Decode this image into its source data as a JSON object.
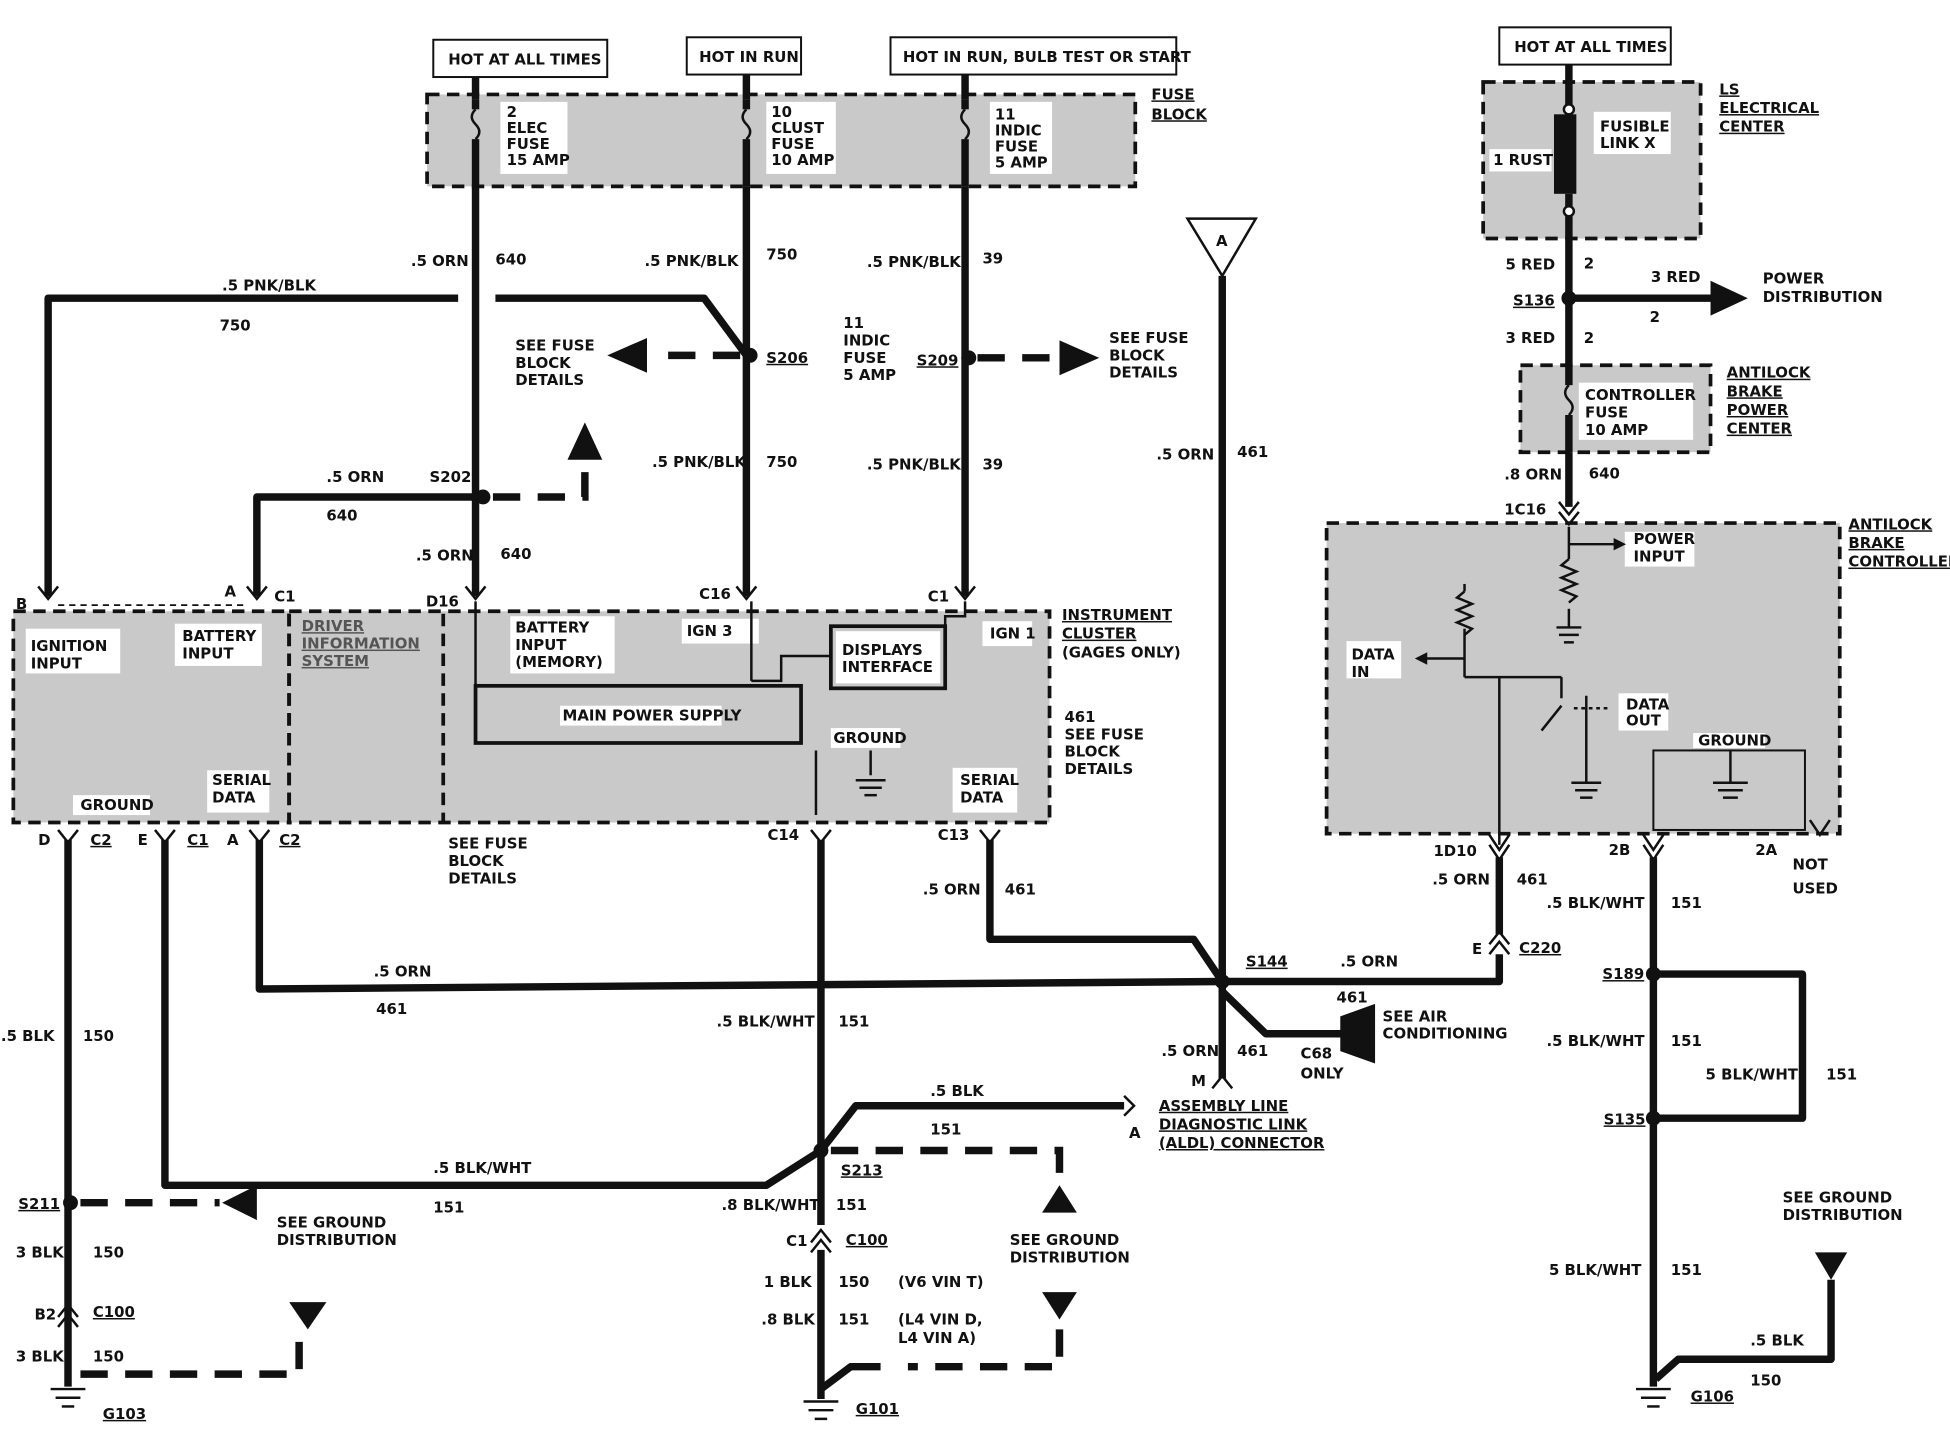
{
  "supply": {
    "hot_all_times_1": "HOT AT ALL TIMES",
    "hot_in_run": "HOT IN RUN",
    "hot_run_bulb": "HOT IN RUN, BULB TEST OR START",
    "hot_all_times_2": "HOT AT ALL TIMES"
  },
  "fuse_block": {
    "label": [
      "FUSE",
      "BLOCK"
    ],
    "fuse2": [
      "2",
      "ELEC",
      "FUSE",
      "15 AMP"
    ],
    "fuse10": [
      "10",
      "CLUST",
      "FUSE",
      "10 AMP"
    ],
    "fuse11": [
      "11",
      "INDIC",
      "FUSE",
      "5 AMP"
    ]
  },
  "ls_center": {
    "label": [
      "LS",
      "ELECTRICAL",
      "CENTER"
    ],
    "fusible": [
      "FUSIBLE",
      "LINK X"
    ],
    "rust": "1 RUST"
  },
  "abs_power": {
    "label": [
      "ANTILOCK",
      "BRAKE",
      "POWER",
      "CENTER"
    ],
    "fuse": [
      "CONTROLLER",
      "FUSE",
      "10 AMP"
    ]
  },
  "abs_controller": {
    "label": [
      "ANTILOCK",
      "BRAKE",
      "CONTROLLER"
    ],
    "power_input": [
      "POWER",
      "INPUT"
    ],
    "data_in": [
      "DATA",
      "IN"
    ],
    "data_out": [
      "DATA",
      "OUT"
    ],
    "ground": "GROUND",
    "not_used": [
      "NOT",
      "USED"
    ]
  },
  "dis": {
    "label": [
      "DRIVER",
      "INFORMATION",
      "SYSTEM"
    ],
    "ignition_input": [
      "IGNITION",
      "INPUT"
    ],
    "battery_input": [
      "BATTERY",
      "INPUT"
    ],
    "ground": "GROUND",
    "serial_data": [
      "SERIAL",
      "DATA"
    ]
  },
  "cluster": {
    "label": [
      "INSTRUMENT",
      "CLUSTER",
      "(GAGES ONLY)"
    ],
    "battery_input": [
      "BATTERY",
      "INPUT",
      "(MEMORY)"
    ],
    "ign3": "IGN 3",
    "ign1": "IGN 1",
    "displays": [
      "DISPLAYS",
      "INTERFACE"
    ],
    "main_power": "MAIN POWER SUPPLY",
    "ground": "GROUND",
    "serial_data": [
      "SERIAL",
      "DATA"
    ]
  },
  "notes": {
    "see_fuse_1": [
      "SEE FUSE",
      "BLOCK",
      "DETAILS"
    ],
    "see_fuse_2": [
      "SEE FUSE",
      "BLOCK",
      "DETAILS"
    ],
    "see_fuse_3": [
      "SEE FUSE",
      "BLOCK",
      "DETAILS"
    ],
    "see_fuse_461": [
      "461",
      "SEE FUSE",
      "BLOCK",
      "DETAILS"
    ],
    "indic_mid": [
      "11",
      "INDIC",
      "FUSE",
      "5 AMP"
    ],
    "see_ground_1": [
      "SEE GROUND",
      "DISTRIBUTION"
    ],
    "see_ground_2": [
      "SEE GROUND",
      "DISTRIBUTION"
    ],
    "see_ground_3": [
      "SEE GROUND",
      "DISTRIBUTION"
    ],
    "see_air": [
      "SEE AIR",
      "CONDITIONING"
    ],
    "c68": [
      "C68",
      "ONLY"
    ],
    "aldl": [
      "ASSEMBLY LINE",
      "DIAGNOSTIC LINK",
      "(ALDL) CONNECTOR"
    ],
    "power_dist": [
      "POWER",
      "DISTRIBUTION"
    ],
    "v6": "(V6 VIN T)",
    "l4": [
      "(L4 VIN D,",
      "L4 VIN A)"
    ],
    "offpage": "A"
  },
  "splices": {
    "s202": "S202",
    "s206": "S206",
    "s209": "S209",
    "s144": "S144",
    "s136": "S136",
    "s189": "S189",
    "s135": "S135",
    "s211": "S211",
    "s213": "S213"
  },
  "grounds": {
    "g103": "G103",
    "g101": "G101",
    "g106": "G106"
  },
  "connectors": {
    "b": "B",
    "a": "A",
    "c1": "C1",
    "d16": "D16",
    "c16": "C16",
    "c1b": "C1",
    "d": "D",
    "c2": "C2",
    "e": "E",
    "c1c": "C1",
    "a2": "A",
    "c2b": "C2",
    "c14": "C14",
    "c13": "C13",
    "e220": "E",
    "c220": "C220",
    "c100a": "C100",
    "b2": "B2",
    "c100b": "C100",
    "c1d": "C1",
    "m": "M",
    "a_aldl": "A",
    "c1c16": "1C16",
    "d1d10": "1D10",
    "p2b": "2B",
    "p2a": "2A"
  },
  "wires": {
    "orn_640_a": ".5 ORN",
    "n640_a": "640",
    "pnk_750_a": ".5 PNK/BLK",
    "n750_a": "750",
    "pnk_39_a": ".5 PNK/BLK",
    "n39_a": "39",
    "pnk_top": ".5 PNK/BLK",
    "n750_top": "750",
    "orn_s202": ".5 ORN",
    "n640_s202": "640",
    "pnk_750_b": ".5 PNK/BLK",
    "n750_b": "750",
    "pnk_39_b": ".5 PNK/BLK",
    "n39_b": "39",
    "orn_640_b": ".5 ORN",
    "n640_b": "640",
    "orn_461_v": ".5 ORN",
    "n461_v": "461",
    "red5": "5 RED",
    "n2a": "2",
    "red3": "3 RED",
    "n2b": "2",
    "red3b": "3 RED",
    "n2c": "2",
    "orn8": ".8 ORN",
    "n640_c": "640",
    "orn_1d10": ".5 ORN",
    "n461_1d10": "461",
    "bw_151_a": ".5 BLK/WHT",
    "n151_a": "151",
    "orn_c13": ".5 ORN",
    "n461_c13": "461",
    "orn_long": ".5 ORN",
    "n461_long": "461",
    "orn_s144": ".5 ORN",
    "n461_s144": "461",
    "orn_m": ".5 ORN",
    "n461_m": "461",
    "bw_151_b": ".5 BLK/WHT",
    "n151_b": "151",
    "bw_151_c": "5 BLK/WHT",
    "n151_c": "151",
    "blk_150": ".5 BLK",
    "n150": "150",
    "bw_151_d": ".5 BLK/WHT",
    "n151_d": "151",
    "blk_aldl": ".5 BLK",
    "n151_aldl": "151",
    "bw_151_e": ".8 BLK/WHT",
    "n151_e": "151",
    "n151_s211": "151",
    "blk3": "3 BLK",
    "n150_b": "150",
    "blk3b": "3 BLK",
    "n150_c": "150",
    "blk1": "1 BLK",
    "n150_d": "150",
    "blk8": ".8 BLK",
    "n151_f": "151",
    "bw_151_g": "5 BLK/WHT",
    "n151_g": "151",
    "blk_g106": ".5 BLK",
    "n150_g106": "150"
  }
}
